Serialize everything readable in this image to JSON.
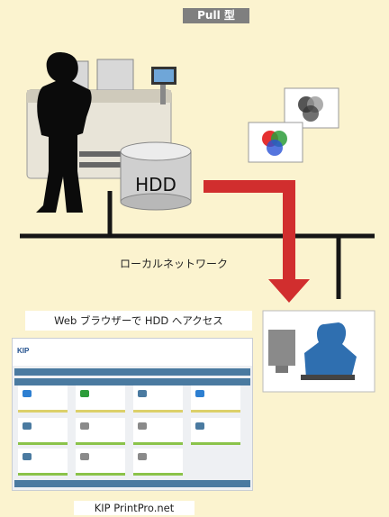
{
  "title": "Pull 型",
  "hdd_label": "HDD",
  "network_label": "ローカルネットワーク",
  "access_label": "Web ブラウザーで HDD へアクセス",
  "app_name": "KIP PrintPro.net",
  "screenshot_logo": "KIP",
  "colors": {
    "background": "#fbf3cf",
    "arrow": "#d12e2e",
    "network": "#151515",
    "silhouette_blue": "#2f6fb0"
  }
}
